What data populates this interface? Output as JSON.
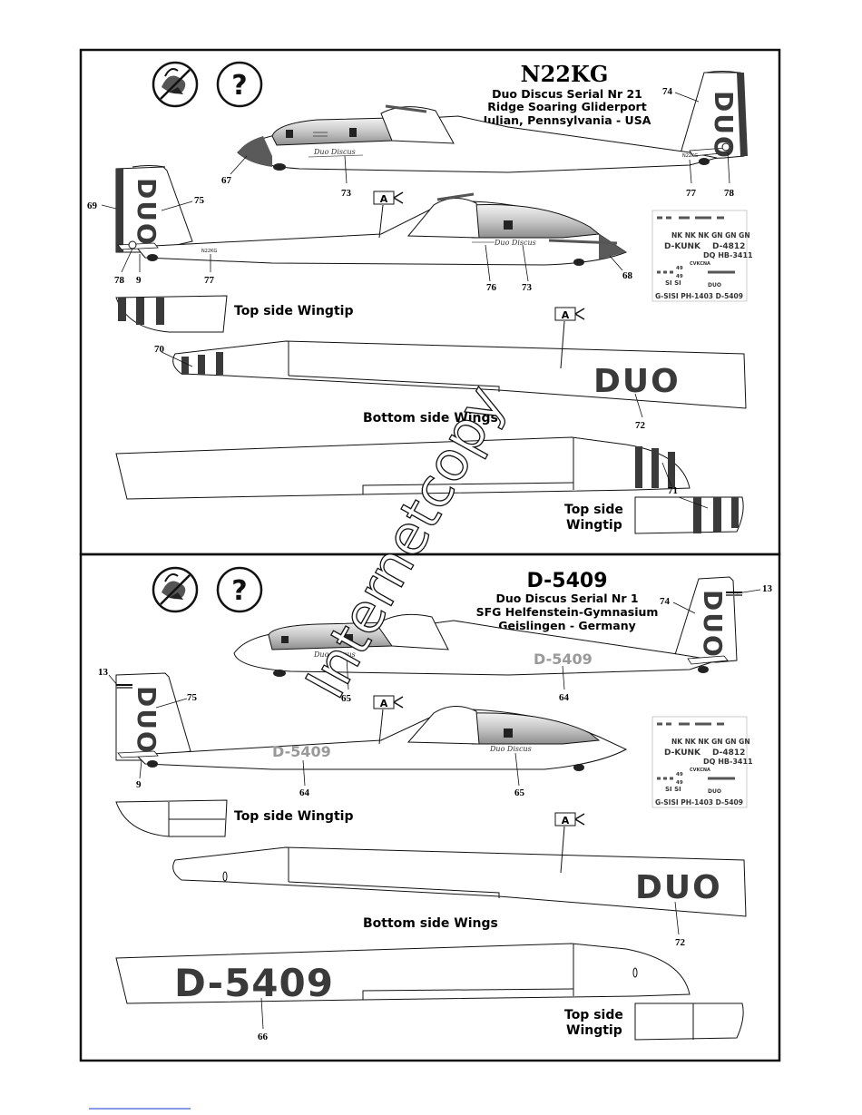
{
  "sheet1": {
    "title": "N22KG",
    "line1": "Duo Discus   Serial Nr 21",
    "line2": "Ridge Soaring Gliderport",
    "line3": "Julian, Pennsylvania - USA",
    "fin_text": "DUO",
    "fuselage_reg": "N22KG",
    "tail_reg": "N22KG",
    "script_text": "Duo Discus",
    "wing_text": "DUO",
    "callouts": {
      "c74": "74",
      "c67": "67",
      "c73a": "73",
      "c77a": "77",
      "c78a": "78",
      "c69": "69",
      "c75": "75",
      "c78b": "78",
      "c9": "9",
      "c77b": "77",
      "c76": "76",
      "c73b": "73",
      "c68": "68",
      "c70": "70",
      "c72": "72",
      "c71": "71"
    },
    "top_wingtip_label": "Top side Wingtip",
    "bottom_wings_label": "Bottom side Wings",
    "top_side": "Top side",
    "wingtip": "Wingtip",
    "view_a": "A"
  },
  "sheet2": {
    "title": "D-5409",
    "line1": "Duo Discus    Serial Nr 1",
    "line2": "SFG Helfenstein-Gymnasium",
    "line3": "Geislingen - Germany",
    "fin_text": "DUO",
    "fuselage_reg": "D-5409",
    "script_text": "Duo Discus",
    "wing_text": "DUO",
    "wing_reg": "D-5409",
    "callouts": {
      "c13a": "13",
      "c74": "74",
      "c13b": "13",
      "c75": "75",
      "c65a": "65",
      "c64a": "64",
      "c9": "9",
      "c64b": "64",
      "c65b": "65",
      "c72": "72",
      "c66": "66"
    },
    "top_wingtip_label": "Top side Wingtip",
    "bottom_wings_label": "Bottom side Wings",
    "top_side": "Top side",
    "wingtip": "Wingtip",
    "view_a": "A"
  },
  "decal_sheet": {
    "r1": "NK NK NK GN GN GN",
    "r2": "D-KUNK",
    "r3": "D-4812",
    "r4": "DQ HB-3411",
    "r5": "CVKCNA",
    "r6": "49",
    "r7": "49",
    "r8": "SI SI",
    "r9": "DUO",
    "r10": "G-SISI PH-1403 D-5409"
  },
  "watermark": "Internetcopy",
  "colors": {
    "stripe": "#3a3a3a",
    "canopy": "#bdbdbd",
    "border": "#111111"
  }
}
